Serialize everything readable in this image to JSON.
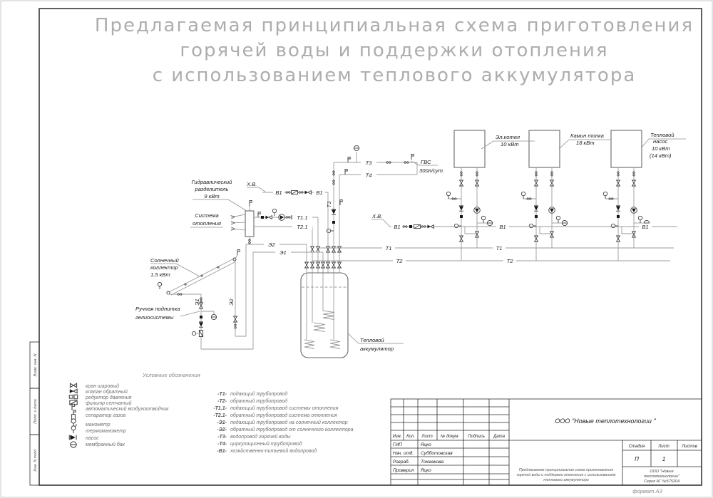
{
  "title": {
    "lines": [
      "Предлагаемая принципиальная схема приготовления",
      "горячей воды и поддержки отопления",
      "с использованием теплового аккумулятора"
    ]
  },
  "frame": {
    "format": "формат А3",
    "side_cells": [
      "Взам. инв. N",
      "Подп. и дата",
      "Инв. N подл."
    ]
  },
  "labels": {
    "boiler1": {
      "l1": "Эл.котел",
      "l2": "10 кВт"
    },
    "boiler2": {
      "l1": "Камин топка",
      "l2": "18 кВт"
    },
    "boiler3": {
      "l1": "Тепловой",
      "l2": "насос",
      "l3": "10 кВт",
      "l4": "(14 кВт)"
    },
    "separator": {
      "l1": "Гидравлический",
      "l2": "разделитель",
      "l3": "9 кВт"
    },
    "heating": {
      "l1": "Система",
      "l2": "отопления"
    },
    "solar": {
      "l1": "Солнечный",
      "l2": "коллектор",
      "l3": "1,5 кВт"
    },
    "feed": {
      "l1": "Ручная подпитка",
      "l2": "гелиосистемы"
    },
    "tank": {
      "l1": "Тепловой",
      "l2": "аккумулятор"
    },
    "gvs": {
      "l1": "ГВС",
      "l2": "300л/сут."
    },
    "xv": "Х.В."
  },
  "pipes": {
    "t1": "Т1",
    "t2": "Т2",
    "t3": "Т3",
    "t4": "Т4",
    "t11": "Т1.1",
    "t21": "Т2.1",
    "e1": "Э1",
    "e2": "Э2",
    "b1": "В1"
  },
  "legend": {
    "title": "Условные обозначения",
    "items": [
      {
        "icon": "ball-valve-icon",
        "label": "кран шаровый"
      },
      {
        "icon": "check-valve-icon",
        "label": "клапан обратный"
      },
      {
        "icon": "pressure-reducer-icon",
        "label": "редуктор давления"
      },
      {
        "icon": "strainer-icon",
        "label": "фильтр сетчатый"
      },
      {
        "icon": "air-vent-icon",
        "label": "автоматический воздухоотводчик"
      },
      {
        "icon": "gas-separator-icon",
        "label": "сепаратор газов"
      },
      {
        "icon": "manometer-icon",
        "label": "манометр"
      },
      {
        "icon": "thermomanometer-icon",
        "label": "термоманометр"
      },
      {
        "icon": "pump-icon",
        "label": "насос"
      },
      {
        "icon": "membrane-tank-icon",
        "label": "мембранный бак"
      }
    ],
    "pipe_codes": [
      {
        "code": "-Т1-",
        "label": "подающий трубопровод"
      },
      {
        "code": "-Т2-",
        "label": "обратный трубопровод"
      },
      {
        "code": "-Т1.1-",
        "label": "подающий трубопровод  системы отопления"
      },
      {
        "code": "-Т2.1-",
        "label": "обратный трубопровод  система отопления"
      },
      {
        "code": "-Э1-",
        "label": "подающий трубопровод на солнечный коллектор"
      },
      {
        "code": "-Э2-",
        "label": "обратный трубопровод от солнечного коллектора"
      },
      {
        "code": "-Т3-",
        "label": "водопровод горячей воды"
      },
      {
        "code": "-Т4-",
        "label": "циркуляционный трубопровод"
      },
      {
        "code": "-В1-",
        "label": "хозяйственно-питьевой водопровод"
      }
    ]
  },
  "title_block": {
    "cols": [
      "Изм.",
      "Кол.",
      "Лист",
      "№ докум.",
      "Подпись",
      "Дата"
    ],
    "rows": [
      {
        "role": "ГИП",
        "name": "Яцко"
      },
      {
        "role": "Нач. отд.",
        "name": "Субботовская"
      },
      {
        "role": "Разраб.",
        "name": "Токмакова"
      },
      {
        "role": "Проверил",
        "name": "Яцко"
      }
    ],
    "company": "ООО \"Новые теплотехнологии \"",
    "stage_cols": [
      "Стадия",
      "Лист",
      "Листов"
    ],
    "stage": "П",
    "sheet": "1",
    "sheets": "",
    "desc": [
      "Предлагаемая принципиальная схема приготовления",
      "горячей воды и поддержки отопления с использованием",
      "теплового  аккумулятора"
    ],
    "firm": [
      "ООО \"Новые",
      "теплотехнологии\"",
      "Серия АГ №575204"
    ]
  }
}
